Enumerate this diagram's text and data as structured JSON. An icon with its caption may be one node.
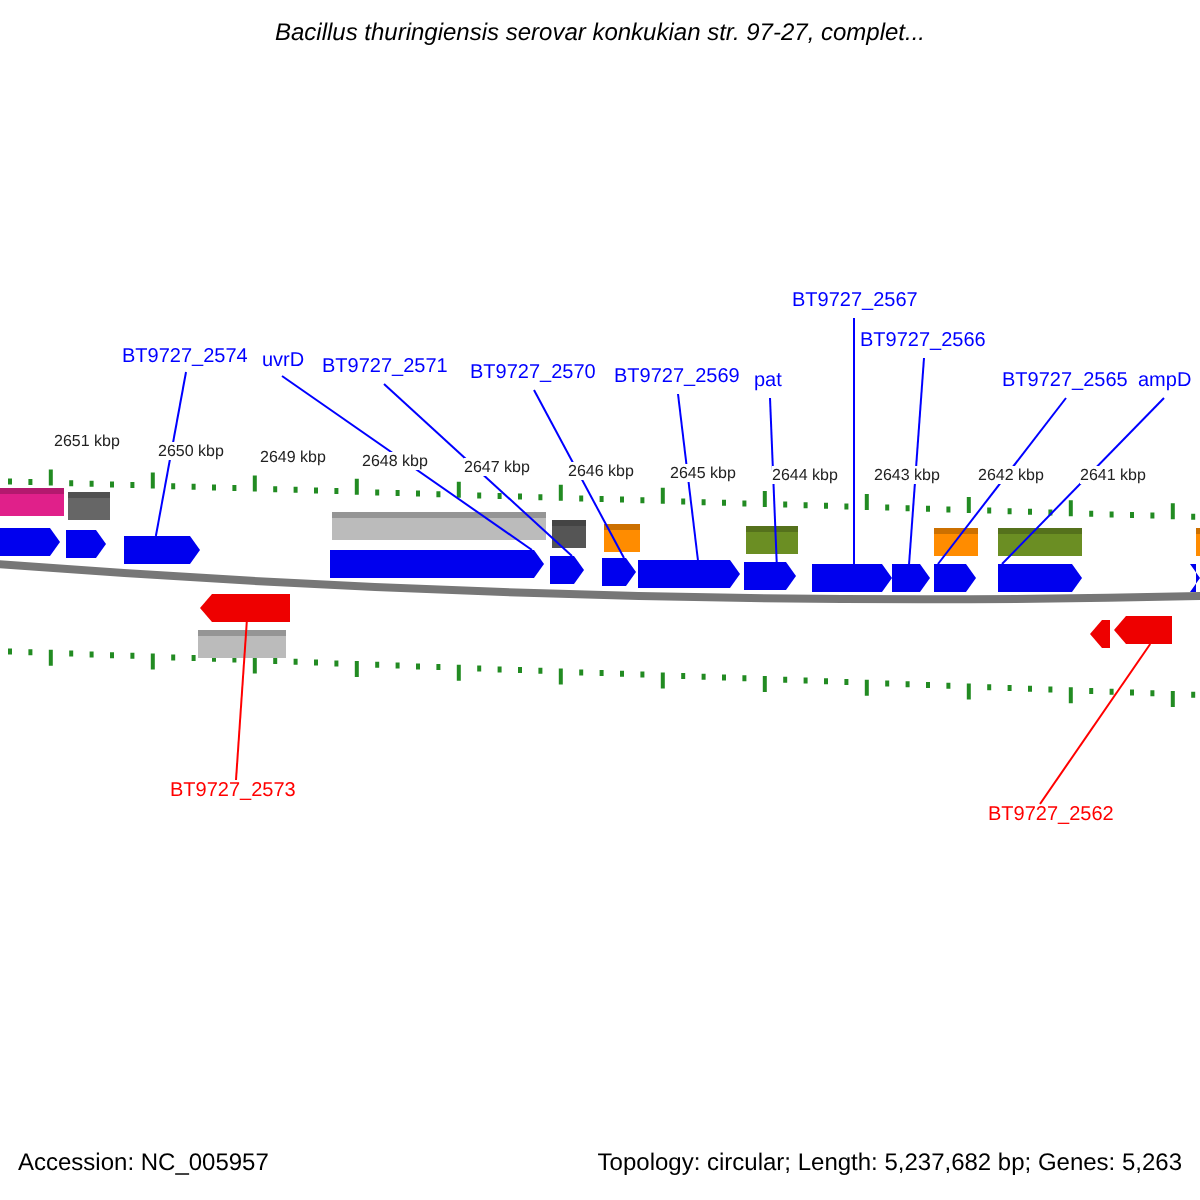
{
  "diagram": {
    "title": "Bacillus thuringiensis serovar konkukian str. 97-27, complet...",
    "nodes": [
      {
        "text": [
          "BT9727_2574"
        ]
      },
      {
        "text": [
          "uvrD"
        ]
      },
      {
        "text": [
          "BT9727_2571"
        ]
      },
      {
        "text": [
          "BT9727_2570"
        ]
      },
      {
        "text": [
          "BT9727_2569"
        ]
      },
      {
        "text": [
          "pat"
        ]
      },
      {
        "text": [
          "BT9727_2567"
        ]
      },
      {
        "text": [
          "BT9727_2566"
        ]
      },
      {
        "text": [
          "BT9727_2565"
        ]
      },
      {
        "text": [
          "ampD"
        ]
      },
      {
        "text": [
          "BT9727_2573"
        ]
      },
      {
        "text": [
          "BT9727_2562"
        ]
      },
      {
        "text": [],
        "shape": "bar"
      },
      {
        "text": [],
        "shape": "bar"
      },
      {
        "text": [],
        "shape": "bar"
      },
      {
        "text": [],
        "shape": "bar"
      },
      {
        "text": [],
        "shape": "bar"
      },
      {
        "text": [],
        "shape": "bar"
      },
      {
        "text": [],
        "shape": "bar"
      },
      {
        "text": [],
        "shape": "bar"
      },
      {
        "text": [],
        "shape": "bar"
      },
      {
        "text": [],
        "shape": "bar"
      },
      {
        "text": [],
        "shape": "bar"
      },
      {
        "text": [],
        "shape": "bar"
      },
      {
        "text": [],
        "shape": "bar"
      },
      {
        "text": [],
        "shape": "bar"
      },
      {
        "text": [],
        "shape": "bar"
      },
      {
        "text": [],
        "shape": "bar"
      }
    ],
    "edges": [
      {
        "from": 0,
        "to": 14,
        "arrow": "none"
      },
      {
        "from": 1,
        "to": 16,
        "arrow": "none"
      },
      {
        "from": 2,
        "to": 17,
        "arrow": "none"
      },
      {
        "from": 3,
        "to": 18,
        "arrow": "none"
      },
      {
        "from": 4,
        "to": 19,
        "arrow": "none"
      },
      {
        "from": 5,
        "to": 20,
        "arrow": "none"
      },
      {
        "from": 6,
        "to": 21,
        "arrow": "none"
      },
      {
        "from": 7,
        "to": 22,
        "arrow": "none"
      },
      {
        "from": 8,
        "to": 23,
        "arrow": "none"
      },
      {
        "from": 9,
        "to": 24,
        "arrow": "none"
      },
      {
        "from": 10,
        "to": 15,
        "arrow": "none",
        "color": "#ff0000"
      },
      {
        "from": 11,
        "to": 26,
        "arrow": "none",
        "color": "#ff0000"
      }
    ],
    "labels": [
      "2651 kbp",
      "2650 kbp",
      "2649 kbp",
      "2648 kbp",
      "2647 kbp",
      "2646 kbp",
      "2645 kbp",
      "2644 kbp",
      "2643 kbp",
      "2642 kbp",
      "2641 kbp",
      "Accession: NC_005957",
      "Topology: circular; Length: 5,237,682 bp; Genes: 5,263"
    ]
  }
}
